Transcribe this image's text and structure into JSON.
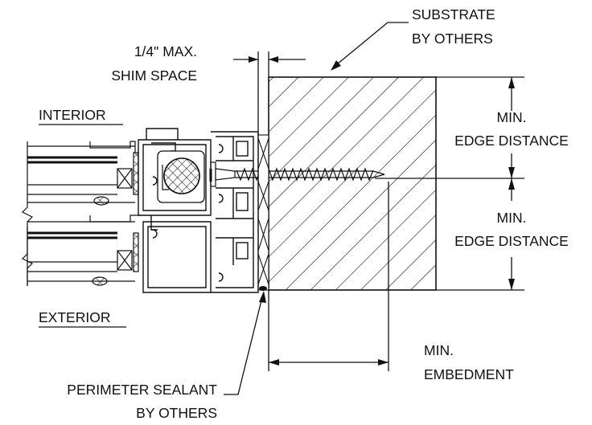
{
  "labels": {
    "substrate_line1": "SUBSTRATE",
    "substrate_line2": "BY OTHERS",
    "shim_line1": "1/4\" MAX.",
    "shim_line2": "SHIM SPACE",
    "interior": "INTERIOR",
    "exterior": "EXTERIOR",
    "edge_top_line1": "MIN.",
    "edge_top_line2": "EDGE DISTANCE",
    "edge_bottom_line1": "MIN.",
    "edge_bottom_line2": "EDGE DISTANCE",
    "embedment_line1": "MIN.",
    "embedment_line2": "EMBEDMENT",
    "sealant_line1": "PERIMETER SEALANT",
    "sealant_line2": "BY OTHERS"
  },
  "colors": {
    "line": "#111111",
    "background": "#ffffff"
  }
}
